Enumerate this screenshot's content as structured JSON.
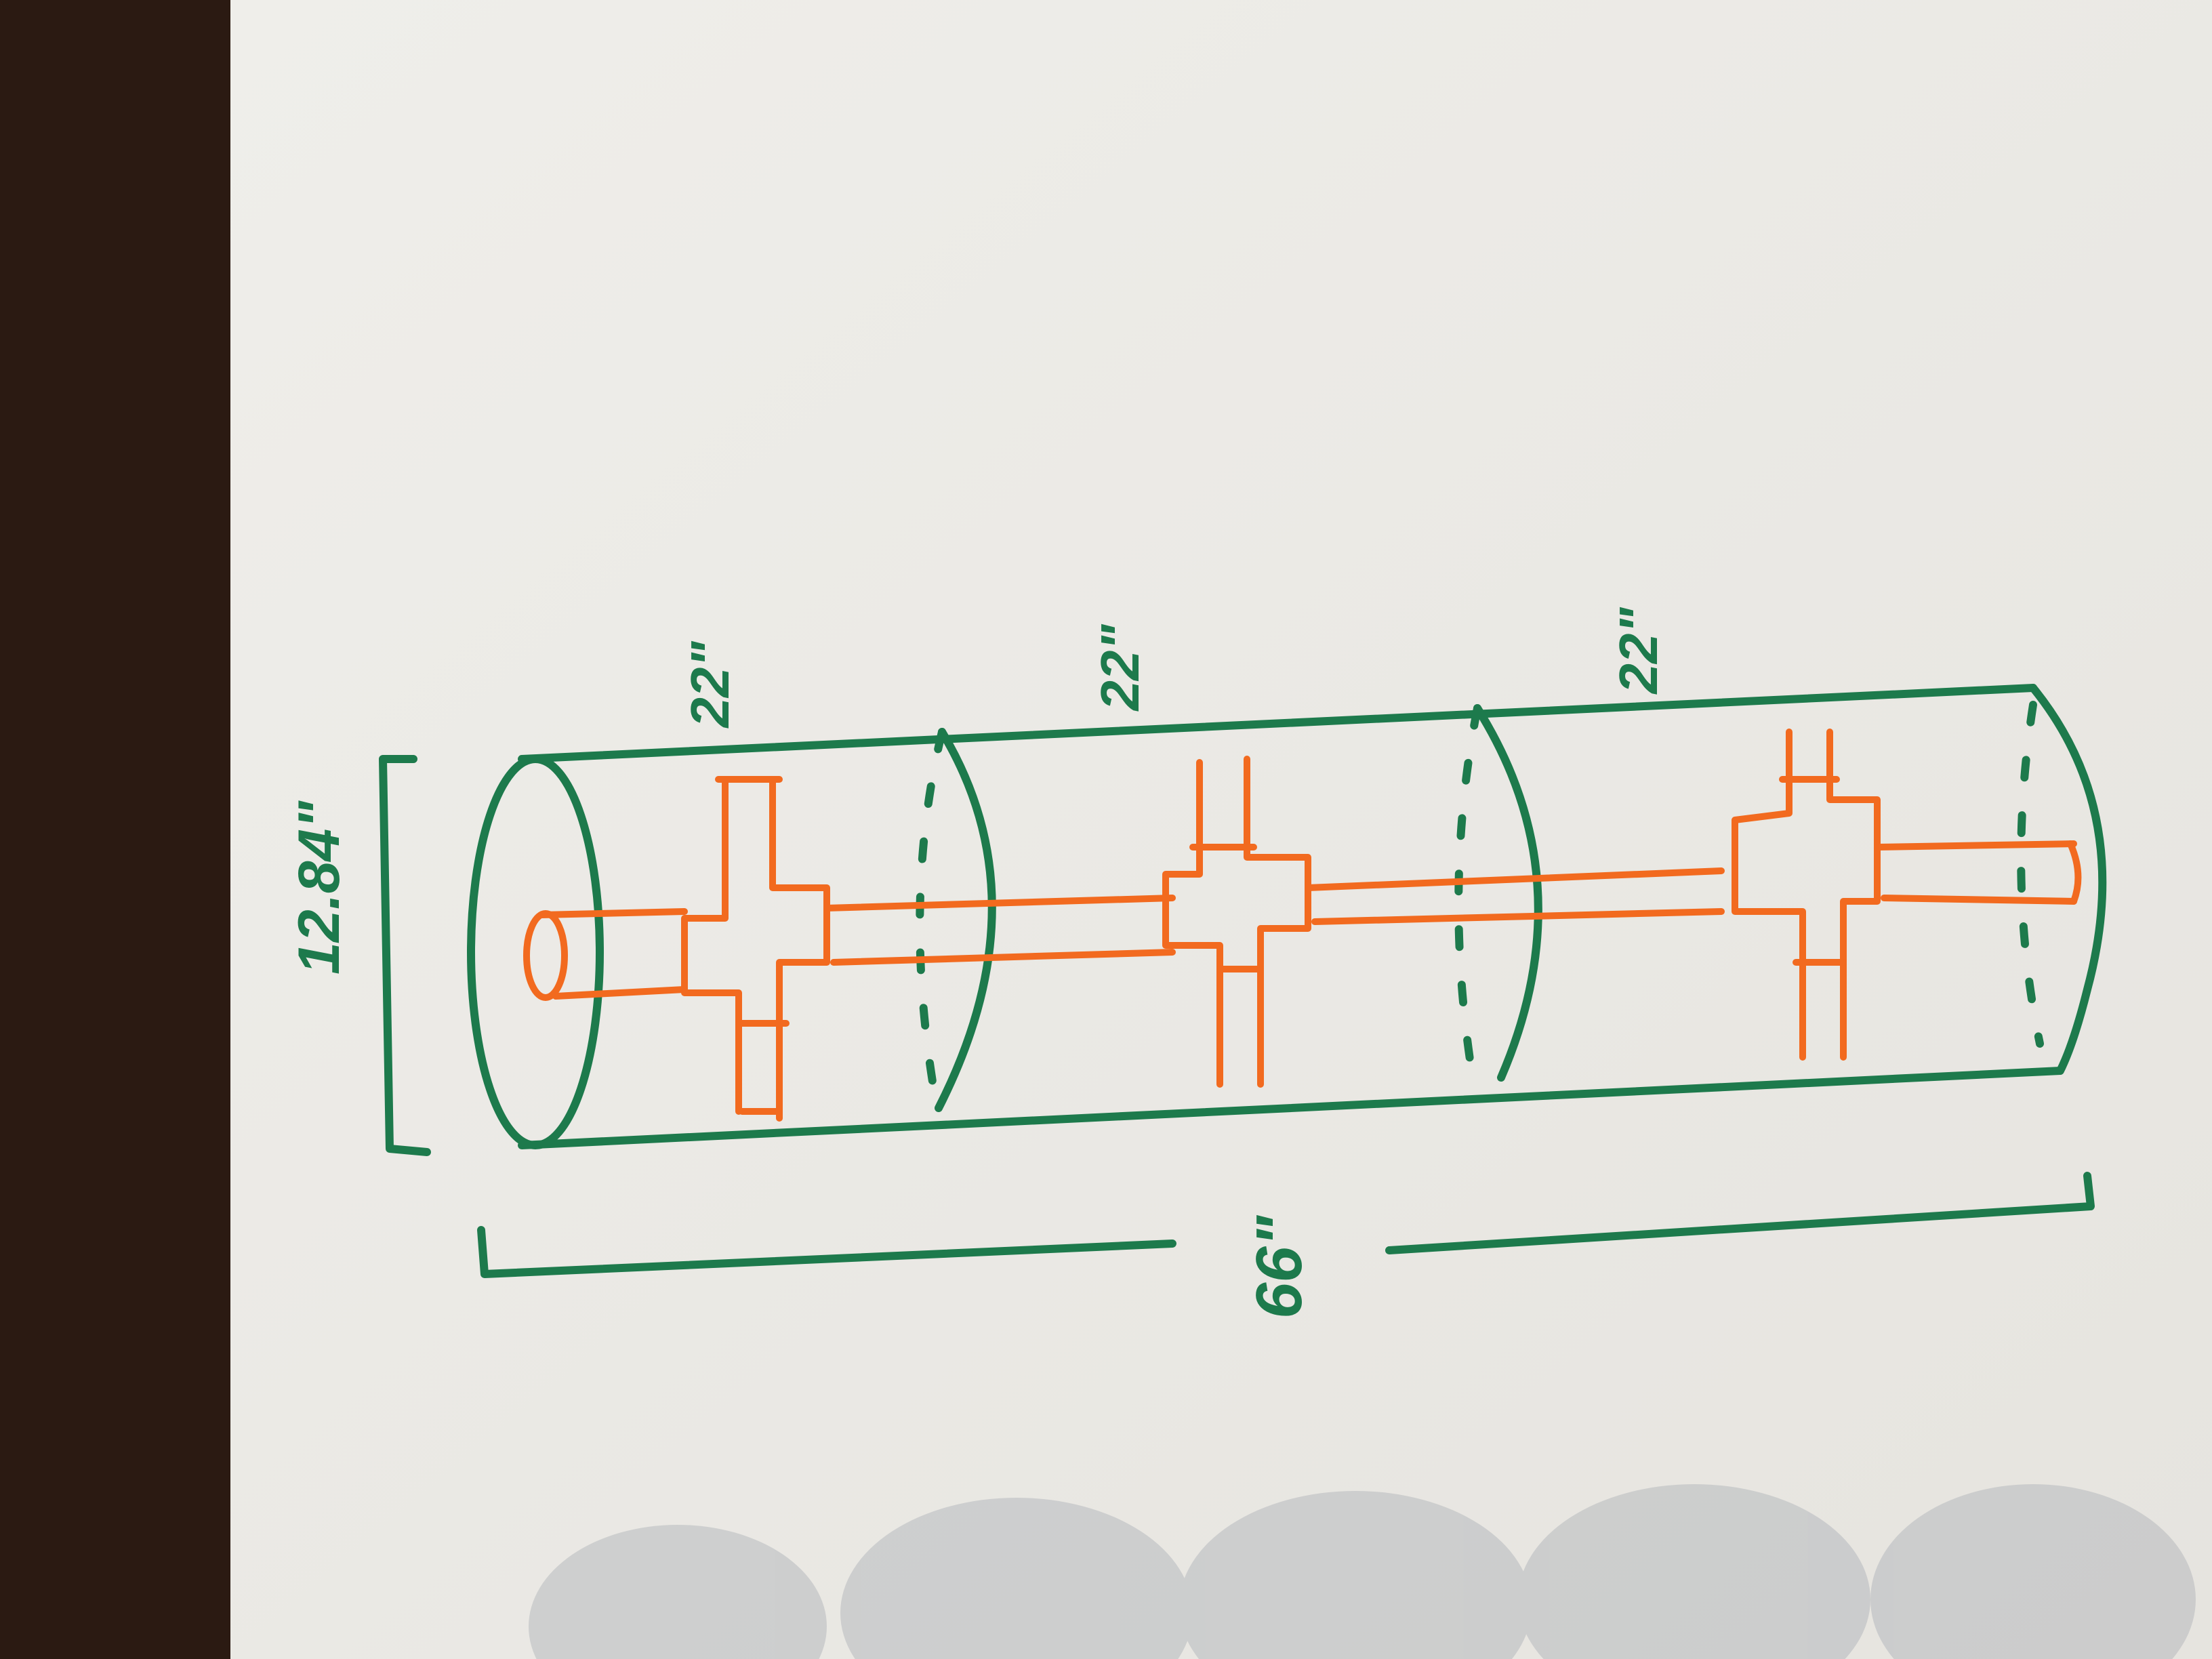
{
  "colors": {
    "table": "#2b1a12",
    "paper": "#ecebe6",
    "cylinder_ink": "#1d7a4c",
    "pipe_ink": "#f26a1f"
  },
  "dimensions": {
    "diameter": "12.84\"",
    "segment_1": "22\"",
    "segment_2": "22\"",
    "segment_3": "22\"",
    "total_length": "66\""
  }
}
